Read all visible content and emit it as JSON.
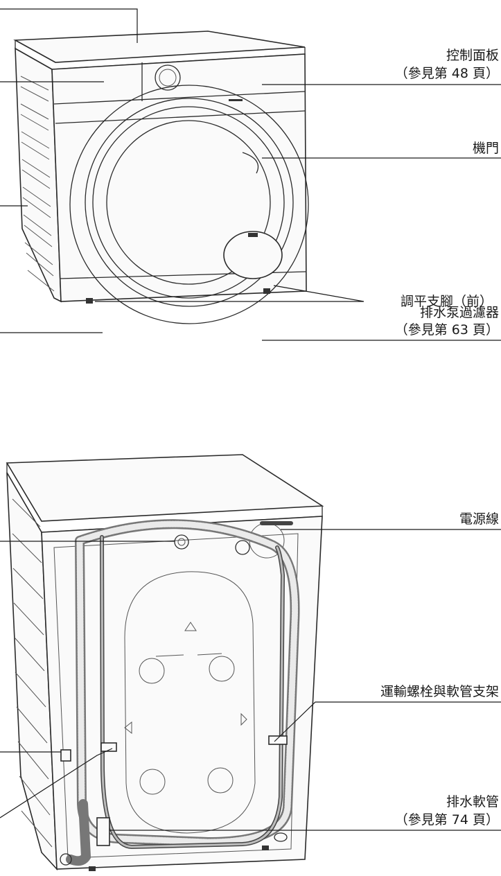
{
  "front_labels": {
    "control_panel": "控制面板",
    "control_panel_ref": "（參見第 48 頁）",
    "door": "機門",
    "drain_pump_filter": "排水泵過濾器",
    "drain_pump_filter_ref": "（參見第 63 頁）",
    "leveling_feet_front": "調平支腳（前）"
  },
  "rear_labels": {
    "power_cord": "電源線",
    "transit_bolts_hose_bracket": "運輸螺栓與軟管支架",
    "drain_hose": "排水軟管",
    "drain_hose_ref": "（參見第 74 頁）"
  }
}
